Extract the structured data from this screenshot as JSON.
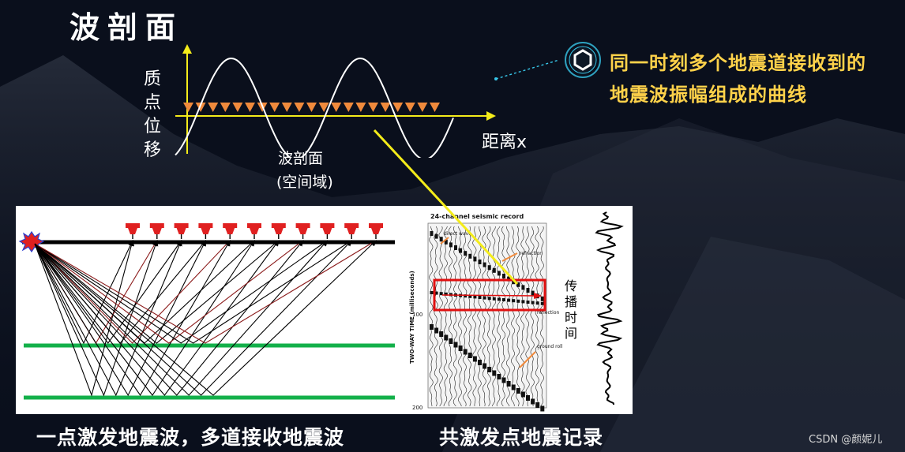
{
  "title": "波剖面",
  "wave_plot": {
    "y_axis_label": "质点位移",
    "x_axis_label": "距离x",
    "section_label": "波剖面",
    "domain_label": "(空间域)"
  },
  "note": {
    "line1": "同一时刻多个地震道接收到的",
    "line2": "地震波振幅组成的曲线"
  },
  "seismic_record": {
    "title": "24-channel seismic record",
    "axis_label": "TWO-WAY TIME (milliseconds)",
    "ticks": [
      "100",
      "200"
    ],
    "annotations": [
      "direct wave",
      "refraction",
      "reflection",
      "ground roll"
    ]
  },
  "trace_label": "传播时间",
  "captions": {
    "left": "一点激发地震波，多道接收地震波",
    "right": "共激发点地震记录"
  },
  "watermark": "CSDN @颜妮儿",
  "colors": {
    "background": "#0a0f1c",
    "highlight": "#ffd24a",
    "triangle": "#f08a3c",
    "layer": "#13b04a",
    "geophone": "#e02020",
    "box": "#e01010",
    "yellow_line": "#f4ec1a"
  }
}
